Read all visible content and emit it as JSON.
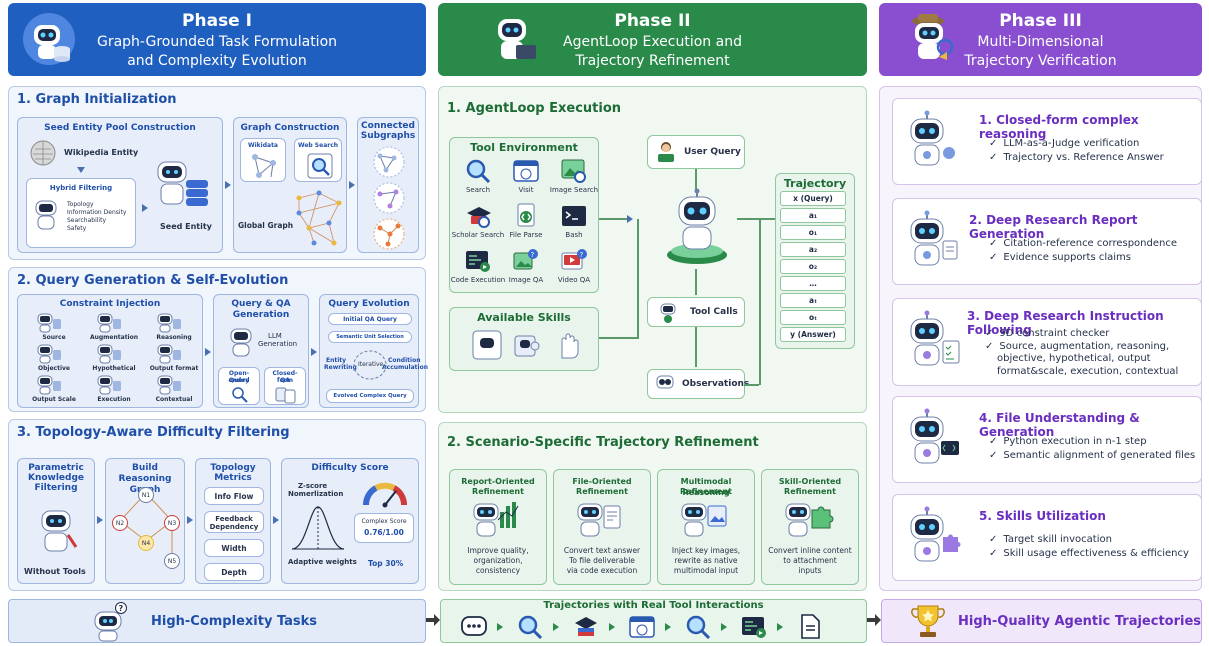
{
  "phase1": {
    "title": "Phase I",
    "subtitle_l1": "Graph-Grounded Task Formulation",
    "subtitle_l2": "and Complexity Evolution",
    "color": "#1f5fc0",
    "s1": {
      "title": "1. Graph Initialization",
      "seed_pool": "Seed Entity Pool Construction",
      "wiki": "Wikipedia Entity",
      "hybrid": "Hybrid Filtering",
      "filters": [
        "Topology",
        "Information Density",
        "Searchability",
        "Safety"
      ],
      "seed_entity": "Seed Entity",
      "graph_construction": "Graph Construction",
      "wikidata": "Wikidata",
      "web_search": "Web Search",
      "global_graph": "Global Graph",
      "connected_l1": "Connected",
      "connected_l2": "Subgraphs"
    },
    "s2": {
      "title": "2. Query Generation & Self-Evolution",
      "constraint": "Constraint Injection",
      "constraints": [
        "Source",
        "Augmentation",
        "Reasoning",
        "Objective",
        "Hypothetical",
        "Output format",
        "Output Scale",
        "Execution",
        "Contextual"
      ],
      "qa_l1": "Query & QA",
      "qa_l2": "Generation",
      "llm_l1": "LLM",
      "llm_l2": "Generation",
      "open_l1": "Open-ended",
      "open_l2": "Query",
      "closed_l1": "Closed-form",
      "closed_l2": "QA",
      "evolution": "Query Evolution",
      "initial_qa": "Initial QA Query",
      "semantic": "Semantic Unit Selection",
      "entity_l1": "Entity",
      "entity_l2": "Rewriting",
      "iterative": "Iterative",
      "cond_l1": "Condition",
      "cond_l2": "Accumulation",
      "evolved": "Evolved Complex Query"
    },
    "s3": {
      "title": "3. Topology-Aware Difficulty Filtering",
      "param_l1": "Parametric",
      "param_l2": "Knowledge",
      "param_l3": "Filtering",
      "without": "Without Tools",
      "reasoning_graph": "Build Reasoning Graph",
      "nodes": [
        "N1",
        "N2",
        "N3",
        "N4",
        "N5"
      ],
      "metrics_l1": "Topology",
      "metrics_l2": "Metrics",
      "metrics": [
        "Info Flow",
        "Feedback Dependency",
        "Width",
        "Depth"
      ],
      "difficulty": "Difficulty Score",
      "zscore_l1": "Z-score",
      "zscore_l2": "Nomerlization",
      "adaptive": "Adaptive weights",
      "complex_label": "Complex Score",
      "complex_value": "0.76/1.00",
      "top": "Top 30%"
    },
    "output": "High-Complexity Tasks"
  },
  "phase2": {
    "title": "Phase II",
    "subtitle_l1": "AgentLoop Execution and",
    "subtitle_l2": "Trajectory Refinement",
    "color": "#2a8a4a",
    "s1": {
      "title": "1. AgentLoop Execution",
      "tool_env": "Tool Environment",
      "tools": [
        "Search",
        "Visit",
        "Image Search",
        "Scholar Search",
        "File Parse",
        "Bash",
        "Code Execution",
        "Image QA",
        "Video QA"
      ],
      "skills": "Available Skills",
      "user_query": "User Query",
      "tool_calls": "Tool Calls",
      "observations": "Observations",
      "trajectory": "Trajectory",
      "traj_items": [
        "x (Query)",
        "a₁",
        "o₁",
        "a₂",
        "o₂",
        "…",
        "aₜ",
        "oₜ",
        "y (Answer)"
      ]
    },
    "s2": {
      "title": "2. Scenario-Specific Trajectory Refinement",
      "cards": [
        {
          "t1": "Report-Oriented",
          "t2": "Refinement",
          "d": [
            "Improve quality,",
            "organization,",
            "consistency"
          ]
        },
        {
          "t1": "File-Oriented",
          "t2": "Refinement",
          "d": [
            "Convert text answer",
            "To file deliverable",
            "via code execution"
          ]
        },
        {
          "t1": "Multimodal Reasoning",
          "t2": "Refinement",
          "d": [
            "Inject key images,",
            "rewrite as native",
            "multimodal input"
          ]
        },
        {
          "t1": "Skill-Oriented",
          "t2": "Refinement",
          "d": [
            "Convert inline content",
            "to attachment",
            "inputs"
          ]
        }
      ]
    },
    "output": "Trajectories with Real Tool Interactions"
  },
  "phase3": {
    "title": "Phase III",
    "subtitle_l1": "Multi-Dimensional",
    "subtitle_l2": "Trajectory Verification",
    "color": "#8a4fd0",
    "items": [
      {
        "title": "1. Closed-form complex reasoning",
        "checks": [
          "LLM-as-a-Judge verification",
          "Trajectory vs. Reference Answer"
        ]
      },
      {
        "title": "2. Deep Research Report Generation",
        "checks": [
          "Citation-reference correspondence",
          "Evidence supports claims"
        ]
      },
      {
        "title": "3. Deep Research Instruction Following",
        "checks": [
          "9D constraint checker",
          "Source, augmentation, reasoning,",
          "objective, hypothetical, output",
          "format&scale, execution, contextual"
        ]
      },
      {
        "title": "4. File Understanding & Generation",
        "checks": [
          "Python execution in n-1 step",
          "Semantic alignment of generated files"
        ]
      },
      {
        "title": "5. Skills Utilization",
        "checks": [
          "Target skill invocation",
          "Skill usage effectiveness & efficiency"
        ]
      }
    ],
    "output": "High-Quality Agentic Trajectories",
    "check": "✓"
  }
}
